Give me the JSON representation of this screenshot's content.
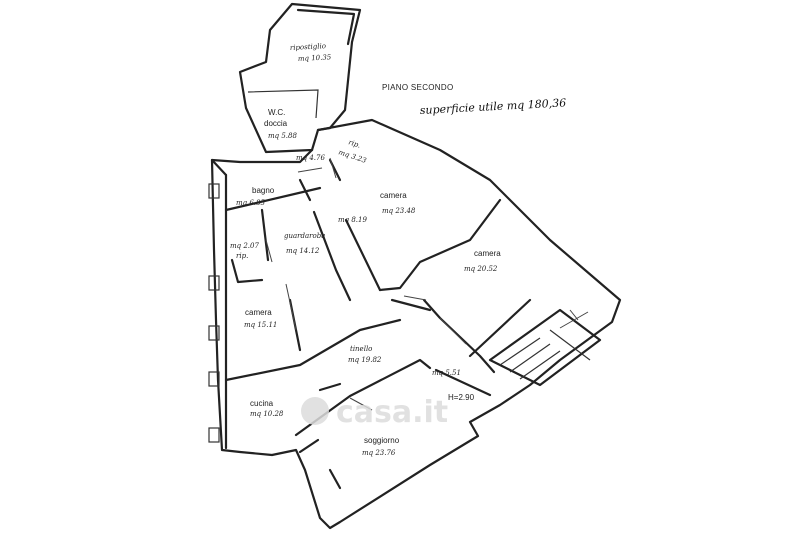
{
  "header": {
    "floor_label": "PIANO SECONDO",
    "surface_note": "superficie utile mq 180,36"
  },
  "rooms": {
    "ripostiglio": {
      "label": "ripostiglio",
      "area": "mq 10.35"
    },
    "wc": {
      "label": "W.C.",
      "sublabel": "doccia",
      "area": "mq 5.88"
    },
    "bagno": {
      "label": "bagno",
      "area": "mq 6.85"
    },
    "guardaroba": {
      "label": "guardaroba",
      "area": "mq 14.12"
    },
    "camera_top": {
      "label": "camera",
      "area": "mq 23.48"
    },
    "camera_right": {
      "label": "camera",
      "area": "mq 20.52"
    },
    "camera_left": {
      "label": "camera",
      "area": "mq 15.11"
    },
    "tinello": {
      "label": "tinello",
      "area": "mq 19.82"
    },
    "cucina": {
      "label": "cucina",
      "area": "mq 10.28"
    },
    "soggiorno": {
      "label": "soggiorno",
      "area": "mq 23.76"
    }
  },
  "small_areas": {
    "a1": "mq 4.76",
    "a2": "mq 3.23",
    "a3": "mq 8.19",
    "a4": "mq 2.07",
    "a4_sub": "rip.",
    "a5": "mq 5.51",
    "rip_label": "rip."
  },
  "height_note": "H=2.90",
  "watermark": {
    "text": "casa.it"
  }
}
